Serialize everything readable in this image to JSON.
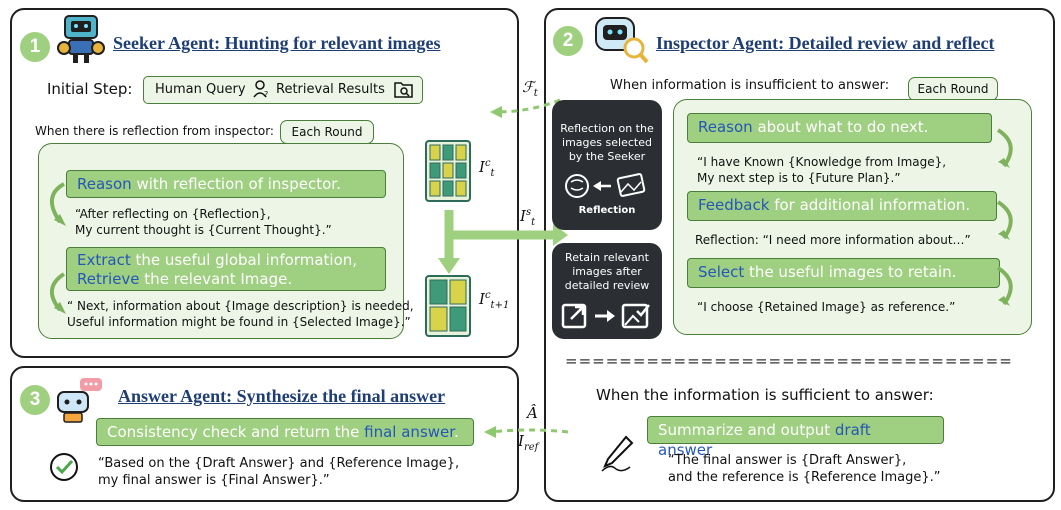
{
  "seeker": {
    "num": "1",
    "title": "Seeker Agent: Hunting for relevant images",
    "initial_step_label": "Initial Step:",
    "initial_step_box": "Human Query",
    "initial_step_box2": "Retrieval Results",
    "reflection_label": "When there is reflection from inspector:",
    "each_round": "Each Round",
    "step1_kw": "Reason",
    "step1_rest": " with reflection of inspector.",
    "quote1_l1": "“After reflecting on {Reflection},",
    "quote1_l2": "My current thought is {Current Thought}.”",
    "step2_kw1": "Extract",
    "step2_rest1": " the useful global information,",
    "step2_kw2": "Retrieve",
    "step2_rest2": " the relevant Image.",
    "quote2_l1": "“ Next, information about {Image description} is needed,",
    "quote2_l2": "Useful information might be found in {Selected Image}.”"
  },
  "inspector": {
    "num": "2",
    "title": "Inspector Agent: Detailed review and reflect",
    "insufficient_label": "When information is insufficient to answer:",
    "each_round": "Each Round",
    "step1_kw": "Reason",
    "step1_rest": " about what to do next.",
    "quote1_l1": "“I have Known {Knowledge from Image},",
    "quote1_l2": "My next step is to {Future Plan}.”",
    "step2_kw": "Feedback",
    "step2_rest": " for additional information.",
    "reflection_line": "Reflection: “I need more information about…”",
    "step3_kw": "Select",
    "step3_rest": " the useful images to retain.",
    "quote3": "“I choose {Retained Image} as reference.”",
    "separator": "=================================",
    "sufficient_label": "When the information is sufficient to answer:",
    "summary_rest": "Summarize and output ",
    "summary_kw": "draft answer",
    "summary_end": ".",
    "quote4_l1": "“The final answer is {Draft Answer},",
    "quote4_l2": "and the reference is {Reference Image}.”"
  },
  "answer": {
    "num": "3",
    "title": "Answer Agent: Synthesize the final answer",
    "bar_rest": "Consistency check and return the ",
    "bar_kw": "final answer",
    "bar_end": ".",
    "quote_l1": "“Based on the {Draft Answer} and {Reference Image},",
    "quote_l2": "my final answer is {Final Answer}.”"
  },
  "middle": {
    "reflection_box_l1": "Reflection on the",
    "reflection_box_l2": "images selected",
    "reflection_box_l3": "by the Seeker",
    "reflection_caption": "Reflection",
    "retain_box_l1": "Retain relevant",
    "retain_box_l2": "images after",
    "retain_box_l3": "detailed review"
  },
  "symbols": {
    "F": "ℱ",
    "F_sub": "t",
    "I": "I",
    "Ic_sup": "c",
    "Ic_sub": "t",
    "Is_sup": "s",
    "Is_sub": "t",
    "Ic2_sup": "c",
    "Ic2_sub": "t+1",
    "Ahat": "Â",
    "Iref_sub": "ref"
  },
  "colors": {
    "bar_green": "#9fcf80",
    "soft_green": "#edf6e6",
    "keyword_blue": "#2457b8",
    "title_blue": "#1f3e74",
    "dark_box": "#2b2f34"
  },
  "icons": [
    "robot-icon",
    "magnifier-icon",
    "human-query-icon",
    "retrieval-icon",
    "image-grid-icon",
    "brain-icon",
    "picture-icon",
    "checkmark-icon",
    "pen-icon"
  ]
}
